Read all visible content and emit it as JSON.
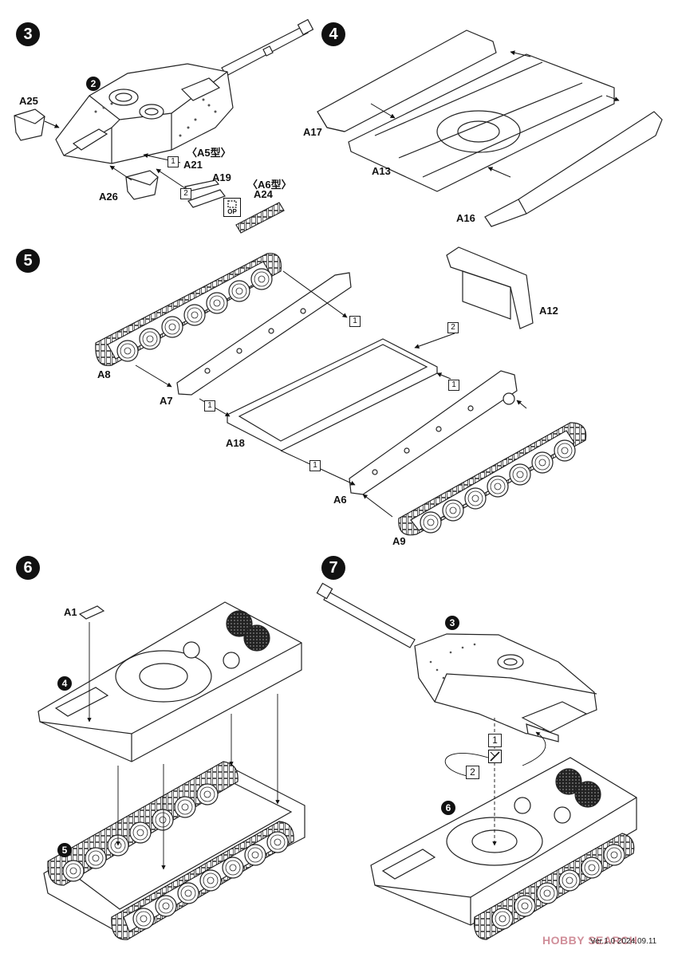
{
  "steps": {
    "s3": "3",
    "s4": "4",
    "s5": "5",
    "s6": "6",
    "s7": "7"
  },
  "sub_refs": {
    "step3_turret": "2",
    "step6_hull": "4",
    "step6_chassis": "5",
    "step7_turret": "3",
    "step7_hull": "6"
  },
  "parts": {
    "A25": "A25",
    "A26": "A26",
    "A21": "A21",
    "A19": "A19",
    "A24": "A24",
    "A17": "A17",
    "A13": "A13",
    "A16": "A16",
    "A12": "A12",
    "A8": "A8",
    "A7": "A7",
    "A18": "A18",
    "A6": "A6",
    "A9": "A9",
    "A1": "A1"
  },
  "variants": {
    "a5": "〈A5型〉",
    "a6": "〈A6型〉"
  },
  "seq": {
    "s3_a": "1",
    "s3_b": "2",
    "s5_a": "1",
    "s5_b": "2",
    "s5_c": "1",
    "s5_d": "1",
    "s5_e": "1",
    "s7_a": "1",
    "s7_b": "2"
  },
  "op_mark": "OP",
  "version": "Ver.1.0 2024.09.11",
  "watermark": "HOBBY SEARCH",
  "colors": {
    "ink": "#111111",
    "line": "#333333",
    "fill": "#f4f4f4",
    "watermark": "#b03246"
  },
  "icons": {
    "op": "optional-part-icon",
    "no_glue": "no-glue-icon",
    "rotate": "rotate-arrow-icon"
  }
}
